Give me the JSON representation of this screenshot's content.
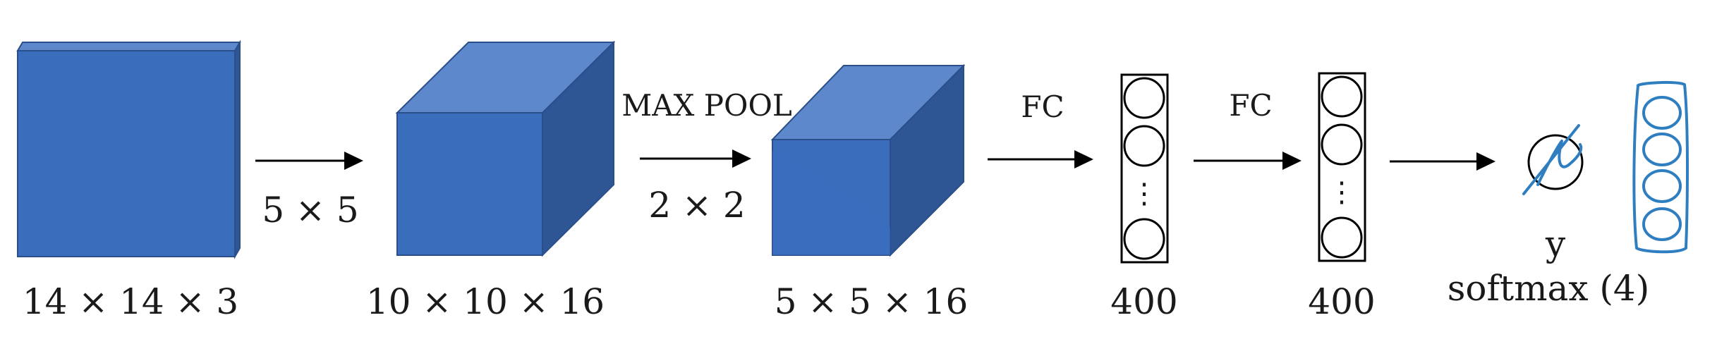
{
  "diagram": {
    "colors": {
      "front": "#3b6dbd",
      "top": "#5d89cc",
      "side": "#2e5594",
      "edge": "#2a4f8a",
      "text": "#1a1a1a",
      "arrow": "#000000",
      "ink": "#2f7fc0"
    },
    "layers": [
      {
        "id": "input",
        "dims": "14 × 14 × 3"
      },
      {
        "id": "conv",
        "dims": "10 × 10 × 16"
      },
      {
        "id": "pool",
        "dims": "5 × 5 × 16"
      },
      {
        "id": "fc1",
        "dims": "400",
        "dots": "⋮"
      },
      {
        "id": "fc2",
        "dims": "400",
        "dots": "⋮"
      }
    ],
    "operations": [
      {
        "id": "conv-op",
        "label": "5 × 5"
      },
      {
        "id": "pool-op-top",
        "label": "MAX POOL"
      },
      {
        "id": "pool-op-bottom",
        "label": "2 × 2"
      },
      {
        "id": "fc-op-1",
        "label": "FC"
      },
      {
        "id": "fc-op-2",
        "label": "FC"
      }
    ],
    "output": {
      "symbol": "y",
      "caption": "softmax (4)",
      "units": 4
    }
  }
}
